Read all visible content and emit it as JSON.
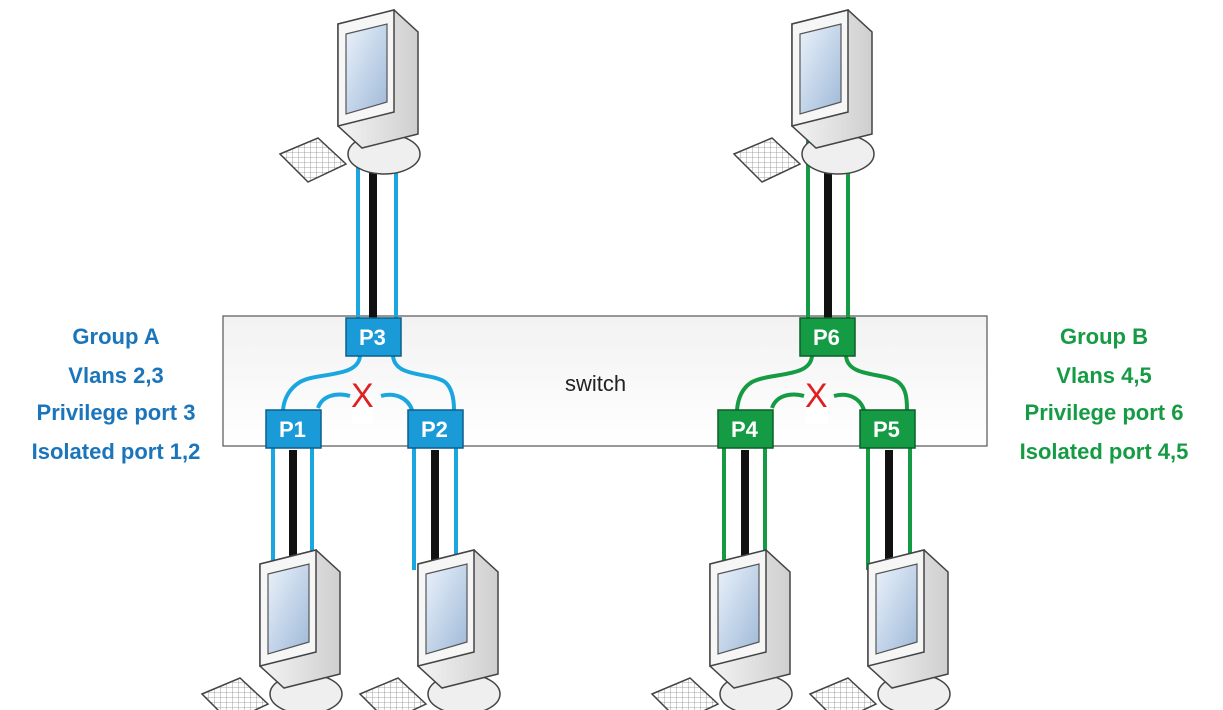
{
  "switch": {
    "label": "switch"
  },
  "colors": {
    "group_a": "#1aa7e0",
    "group_a_text": "#1b75bb",
    "group_b": "#169b45",
    "group_b_text": "#169b45",
    "link_core": "#111111",
    "blocked": "#e02020"
  },
  "ports": {
    "p1": "P1",
    "p2": "P2",
    "p3": "P3",
    "p4": "P4",
    "p5": "P5",
    "p6": "P6"
  },
  "blocked_marks": {
    "group_a": "X",
    "group_b": "X"
  },
  "group_a": {
    "title": "Group A",
    "vlans": "Vlans 2,3",
    "privilege": "Privilege port  3",
    "isolated": "Isolated port 1,2"
  },
  "group_b": {
    "title": "Group B",
    "vlans": "Vlans 4,5",
    "privilege": "Privilege port  6",
    "isolated": "Isolated port 4,5"
  },
  "icons": {
    "computer": "computer-icon"
  }
}
